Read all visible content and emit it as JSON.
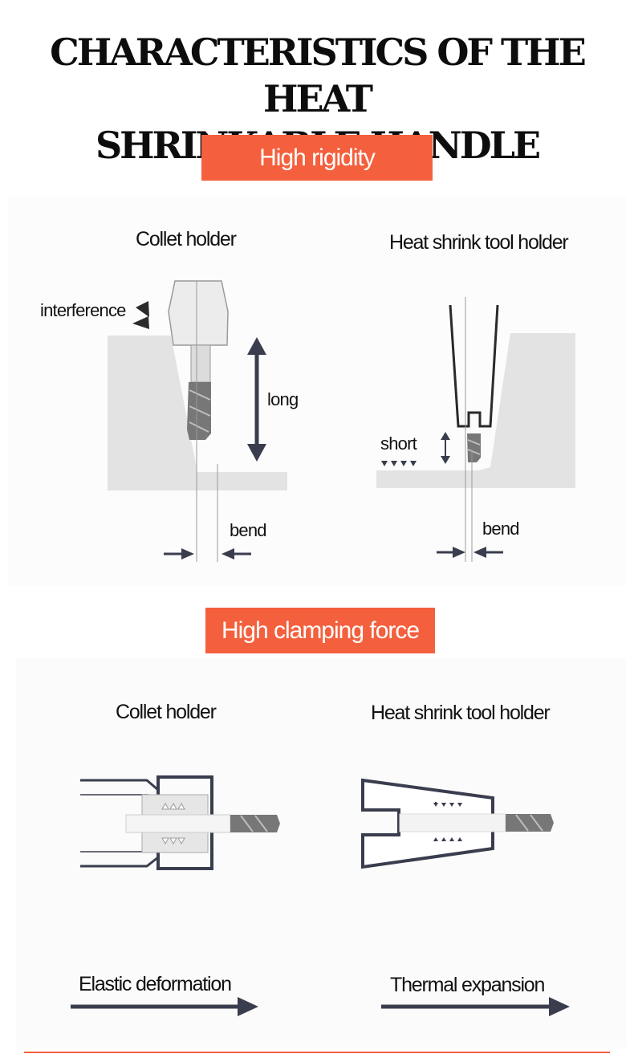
{
  "title": {
    "line1": "CHARACTERISTICS OF THE HEAT",
    "line2": "SHRINKABLE HANDLE"
  },
  "colors": {
    "accent": "#f4603d",
    "arrow": "#3a3d4d",
    "block": "#e3e3e3",
    "tool": "#7a7a7a"
  },
  "rigidity": {
    "banner": "High rigidity",
    "collet": {
      "heading": "Collet holder",
      "interference_label": "interference",
      "length_label": "long",
      "bend_label": "bend"
    },
    "heat_shrink": {
      "heading": "Heat shrink tool holder",
      "length_label": "short",
      "bend_label": "bend"
    }
  },
  "clamping": {
    "banner": "High clamping force",
    "collet": {
      "heading": "Collet holder",
      "caption": "Elastic deformation"
    },
    "heat_shrink": {
      "heading": "Heat shrink tool holder",
      "caption": "Thermal expansion"
    }
  }
}
